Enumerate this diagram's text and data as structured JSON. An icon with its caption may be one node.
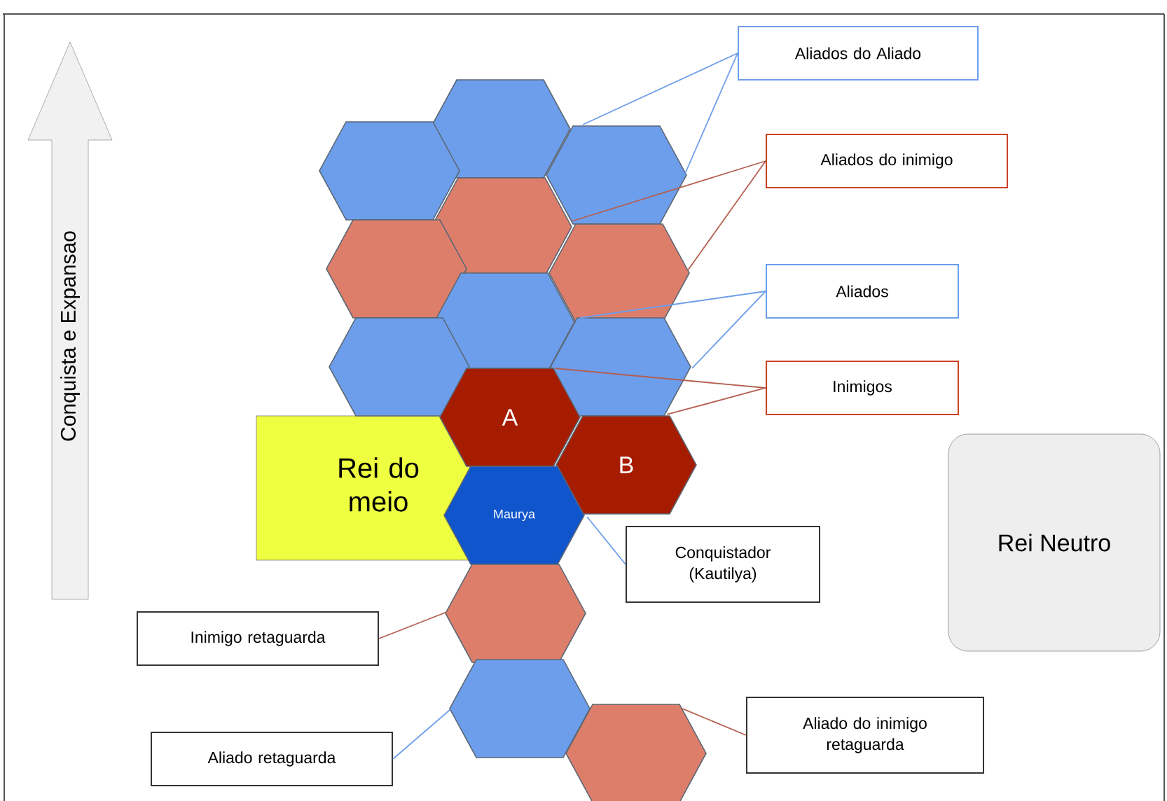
{
  "diagram": {
    "nodes": [
      {
        "text": [
          "Conquista e Expansao"
        ]
      },
      {
        "text": [
          "Aliados do Aliado"
        ]
      },
      {
        "text": [],
        "shape": "hexagon"
      },
      {
        "text": [],
        "shape": "hexagon"
      },
      {
        "text": [],
        "shape": "hexagon"
      },
      {
        "text": [
          "Aliados do inimigo"
        ]
      },
      {
        "text": [],
        "shape": "hexagon"
      },
      {
        "text": [],
        "shape": "hexagon"
      },
      {
        "text": [],
        "shape": "hexagon"
      },
      {
        "text": [
          "Aliados"
        ]
      },
      {
        "text": [],
        "shape": "hexagon"
      },
      {
        "text": [],
        "shape": "hexagon"
      },
      {
        "text": [],
        "shape": "hexagon"
      },
      {
        "text": [
          "Inimigos"
        ]
      },
      {
        "text": [
          "Rei do meio"
        ]
      },
      {
        "text": [
          "A"
        ]
      },
      {
        "text": [
          "B"
        ]
      },
      {
        "text": [
          "Maurya"
        ]
      },
      {
        "text": [
          "Rei Neutro"
        ]
      },
      {
        "text": [
          "Conquistador (Kautilya)"
        ]
      },
      {
        "text": [
          "Inimigo retaguarda"
        ]
      },
      {
        "text": [],
        "shape": "hexagon"
      },
      {
        "text": [],
        "shape": "hexagon"
      },
      {
        "text": [
          "Aliado retaguarda"
        ]
      },
      {
        "text": [
          "Aliado do inimigo retaguarda"
        ]
      },
      {
        "text": [],
        "shape": "hexagon"
      }
    ],
    "edges": [
      {
        "from": 1,
        "to": 2,
        "arrow": "none",
        "color": "#6d9eeb"
      },
      {
        "from": 1,
        "to": 4,
        "arrow": "none",
        "color": "#6d9eeb"
      },
      {
        "from": 5,
        "to": 6,
        "arrow": "none",
        "color": "#b45f50"
      },
      {
        "from": 5,
        "to": 8,
        "arrow": "none",
        "color": "#b45f50"
      },
      {
        "from": 9,
        "to": 10,
        "arrow": "none",
        "color": "#6d9eeb"
      },
      {
        "from": 9,
        "to": 12,
        "arrow": "none",
        "color": "#6d9eeb"
      },
      {
        "from": 13,
        "to": 15,
        "arrow": "none",
        "color": "#b45f50"
      },
      {
        "from": 13,
        "to": 16,
        "arrow": "none",
        "color": "#b45f50"
      },
      {
        "from": 19,
        "to": 17,
        "arrow": "none",
        "color": "#6d9eeb"
      },
      {
        "from": 20,
        "to": 21,
        "arrow": "none",
        "color": "#b45f50"
      },
      {
        "from": 23,
        "to": 22,
        "arrow": "none",
        "color": "#6d9eeb"
      },
      {
        "from": 24,
        "to": 25,
        "arrow": "none",
        "color": "#b45f50"
      }
    ]
  }
}
